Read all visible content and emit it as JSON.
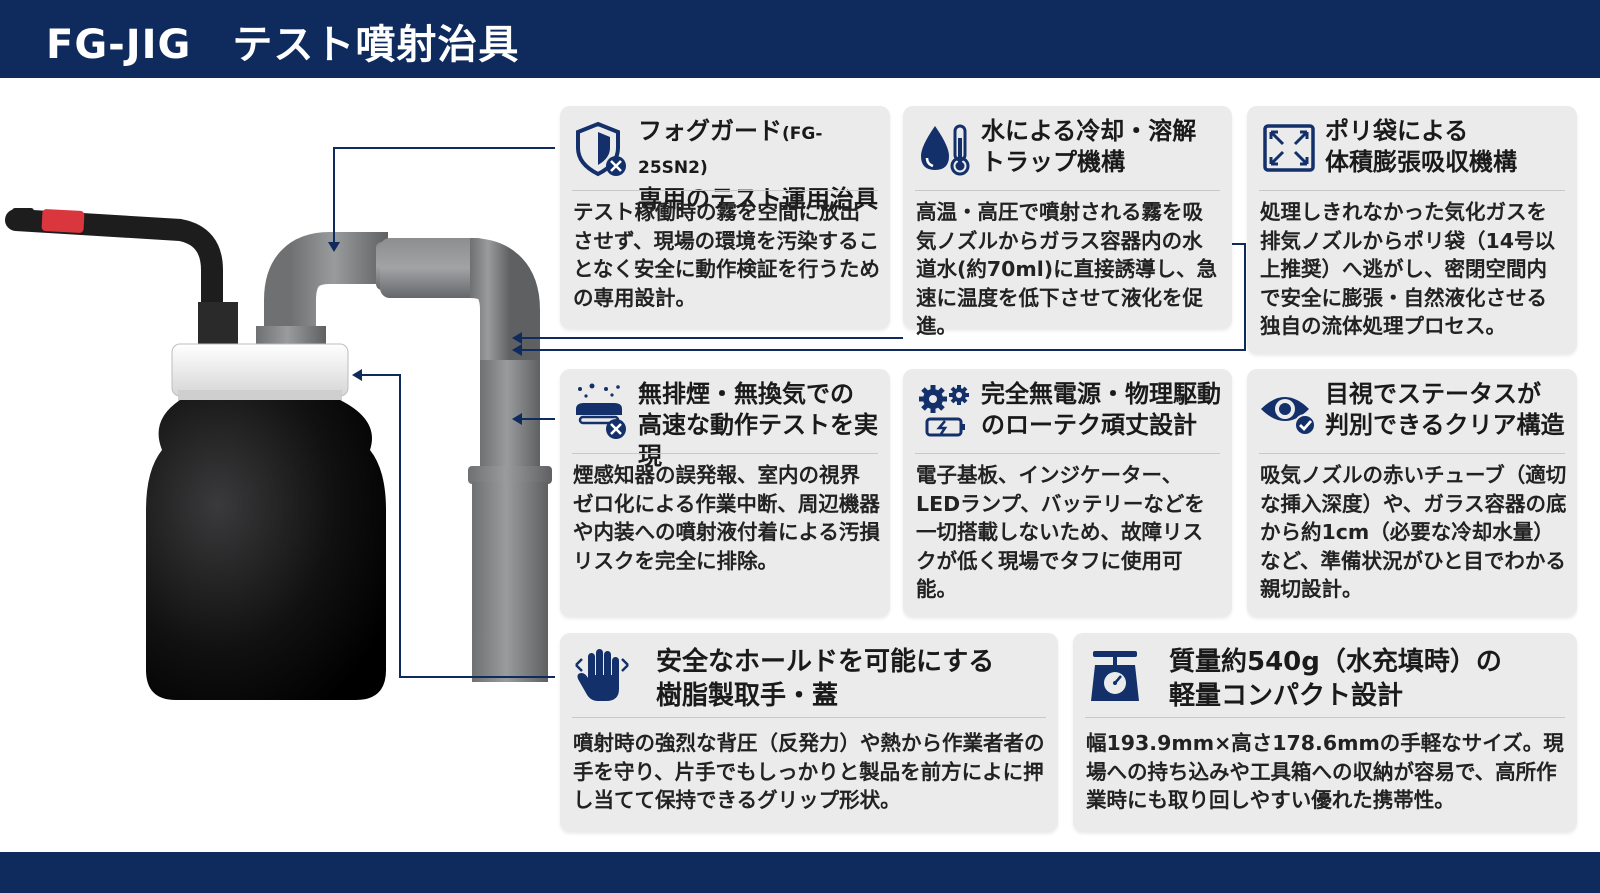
{
  "header": {
    "title": "FG-JIG　テスト噴射治具"
  },
  "colors": {
    "navy": "#0f2a5c",
    "card_bg": "#ebebeb",
    "accent_red": "#d9363e"
  },
  "cards": [
    {
      "icon": "shield-x-icon",
      "title_main": "フォグガード",
      "title_small": "(FG-25SN2)",
      "title_line2": "専用のテスト運用治具",
      "body": "テスト稼働時の霧を空間に放出させず、現場の環境を汚染することなく安全に動作検証を行うための専用設計。"
    },
    {
      "icon": "water-thermometer-icon",
      "title": "水による冷却・溶解\nトラップ機構",
      "body": "高温・高圧で噴射される霧を吸気ノズルからガラス容器内の水道水(約70ml)に直接誘導し、急速に温度を低下させて液化を促進。"
    },
    {
      "icon": "expand-arrows-icon",
      "title": "ポリ袋による\n体積膨張吸収機構",
      "body": "処理しきれなかった気化ガスを排気ノズルからポリ袋（14号以上推奨）へ逃がし、密閉空間内で安全に膨張・自然液化させる独自の流体処理プロセス。"
    },
    {
      "icon": "smoke-detector-x-icon",
      "title": "無排煙・無換気での\n高速な動作テストを実現",
      "body": "煙感知器の誤発報、室内の視界ゼロ化による作業中断、周辺機器や内装への噴射液付着による汚損リスクを完全に排除。"
    },
    {
      "icon": "gears-battery-icon",
      "title": "完全無電源・物理駆動\nのローテク頑丈設計",
      "body": "電子基板、インジケーター、LEDランプ、バッテリーなどを一切搭載しないため、故障リスクが低く現場でタフに使用可能。"
    },
    {
      "icon": "eye-check-icon",
      "title": "目視でステータスが\n判別できるクリア構造",
      "body": "吸気ノズルの赤いチューブ（適切な挿入深度）や、ガラス容器の底から約1cm（必要な冷却水量）など、準備状況がひと目でわかる親切設計。"
    },
    {
      "icon": "hand-grip-icon",
      "title": "安全なホールドを可能にする\n樹脂製取手・蓋",
      "body": "噴射時の強烈な背圧（反発力）や熱から作業者者の手を守り、片手でもしっかりと製品を前方によに押し当てて保持できるグリップ形状。"
    },
    {
      "icon": "scale-weight-icon",
      "title": "質量約540g（水充填時）の\n軽量コンパクト設計",
      "body": "幅193.9mm×高さ178.6mmの手軽なサイズ。現場への持ち込みや工具箱への収納が容易で、高所作業時にも取り回しやすい優れた携帯性。"
    }
  ]
}
